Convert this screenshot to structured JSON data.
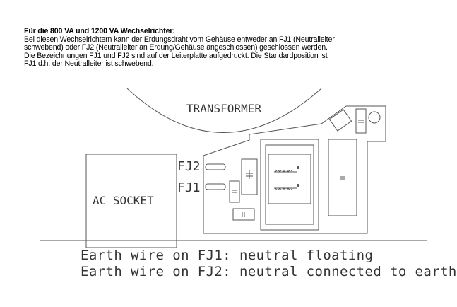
{
  "heading": "Für die 800 VA und 1200 VA Wechselrichter:",
  "paragraph_lines": [
    "Bei diesen Wechselrichtern kann der Erdungsdraht vom Gehäuse entweder an FJ1 (Neutralleiter",
    "schwebend) oder FJ2 (Neutralleiter an Erdung/Gehäuse angeschlossen) geschlossen werden.",
    "Die Bezeichnungen FJ1 und FJ2 sind auf der Leiterplatte aufgedruckt. Die Standardposition ist",
    "FJ1 d.h. der Neutralleiter ist schwebend."
  ],
  "diagram": {
    "transformer_label": "TRANSFORMER",
    "ac_socket_label": "AC SOCKET",
    "fj2_label": "FJ2",
    "fj1_label": "FJ1",
    "captions": [
      "Earth wire on FJ1: neutral floating",
      "Earth wire on FJ2: neutral connected to earth"
    ]
  },
  "colors": {
    "line": "#555555",
    "text": "#000000"
  }
}
